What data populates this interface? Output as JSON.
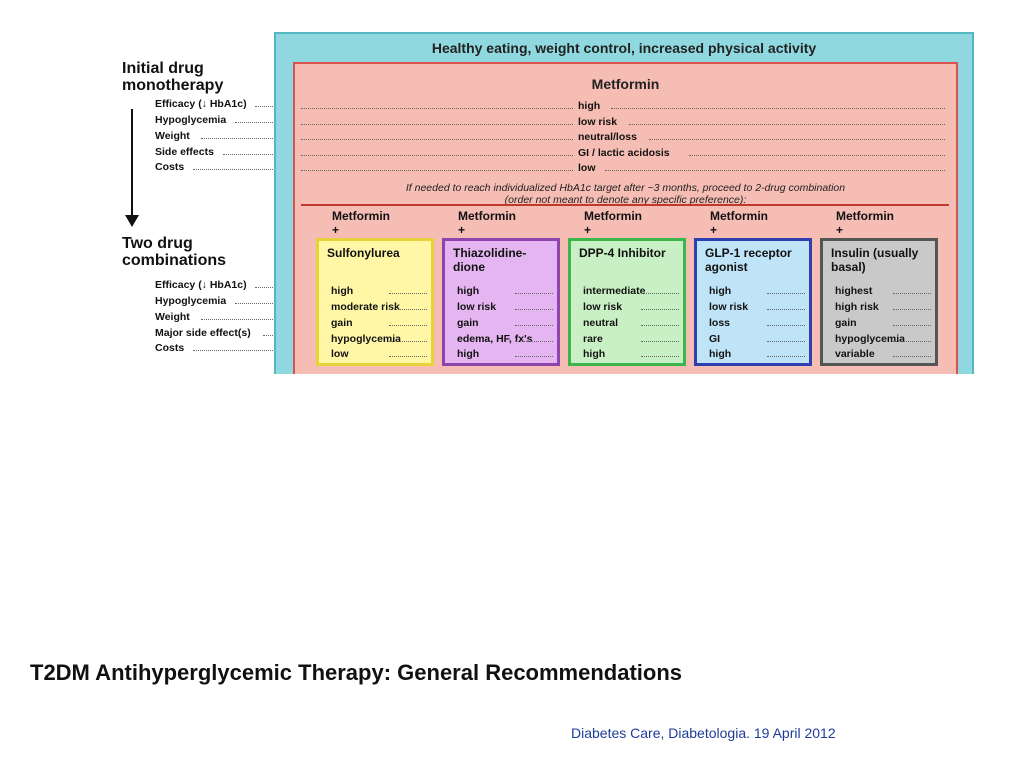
{
  "figure": {
    "top_banner": "Healthy eating, weight control, increased physical activity",
    "initial_heading": "Initial drug monotherapy",
    "two_drug_heading": "Two drug combinations",
    "mono_row_labels": [
      "Efficacy (↓ HbA1c)",
      "Hypoglycemia",
      "Weight",
      "Side effects",
      "Costs"
    ],
    "combo_row_labels": [
      "Efficacy (↓ HbA1c)",
      "Hypoglycemia",
      "Weight",
      "Major side effect(s)",
      "Costs"
    ],
    "metformin": {
      "title": "Metformin",
      "values": [
        "high",
        "low risk",
        "neutral/loss",
        "GI / lactic acidosis",
        "low"
      ]
    },
    "note_line1": "If needed to reach individualized HbA1c target after ~3 months, proceed to 2-drug combination",
    "note_line2": "(order not meant to denote any specific preference):",
    "combo_prefix": "Metformin",
    "combo_plus": "+",
    "combinations": [
      {
        "name": "Sulfonylurea",
        "values": [
          "high",
          "moderate risk",
          "gain",
          "hypoglycemia",
          "low"
        ],
        "fill": "#fff7a6",
        "border": "#e8d23a"
      },
      {
        "name": "Thiazolidine-dione",
        "values": [
          "high",
          "low risk",
          "gain",
          "edema, HF, fx's",
          "high"
        ],
        "fill": "#e4b5f0",
        "border": "#8e44ad"
      },
      {
        "name": "DPP-4 Inhibitor",
        "values": [
          "intermediate",
          "low risk",
          "neutral",
          "rare",
          "high"
        ],
        "fill": "#c9f0c4",
        "border": "#3cb54a"
      },
      {
        "name": "GLP-1 receptor agonist",
        "values": [
          "high",
          "low risk",
          "loss",
          "GI",
          "high"
        ],
        "fill": "#bfe3f7",
        "border": "#2e3fb0"
      },
      {
        "name": "Insulin (usually basal)",
        "values": [
          "highest",
          "high risk",
          "gain",
          "hypoglycemia",
          "variable"
        ],
        "fill": "#c9c9c9",
        "border": "#555555"
      }
    ]
  },
  "caption": "T2DM Antihyperglycemic Therapy: General Recommendations",
  "source": "Diabetes Care, Diabetologia. 19 April 2012"
}
